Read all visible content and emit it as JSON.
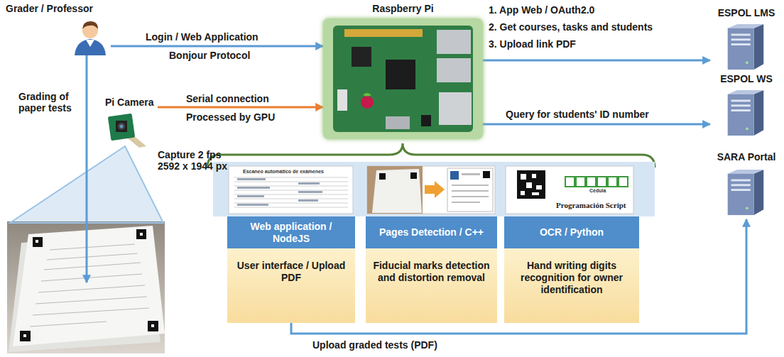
{
  "diagram": {
    "nodes": [
      {
        "text": [
          "Grader / Professor"
        ]
      },
      {
        "text": [
          "Pi Camera"
        ]
      },
      {
        "text": [
          "Raspberry Pi"
        ]
      },
      {
        "text": [
          "ESPOL LMS"
        ]
      },
      {
        "text": [
          "ESPOL WS"
        ]
      },
      {
        "text": [
          "SARA Portal"
        ]
      },
      {
        "text": [
          "Web application / NodeJS"
        ]
      },
      {
        "text": [
          "Pages Detection / C++"
        ]
      },
      {
        "text": [
          "OCR / Python"
        ]
      },
      {
        "text": [
          "User interface / Upload PDF"
        ]
      },
      {
        "text": [
          "Fiducial marks detection and distortion removal"
        ]
      },
      {
        "text": [
          "Hand writing digits recognition for owner identification"
        ]
      }
    ],
    "edges": [
      {
        "from": 0,
        "to": 2,
        "arrow": "to",
        "label": "Login / Web Application"
      },
      {
        "from": 1,
        "to": 2,
        "arrow": "to",
        "label": "Serial connection"
      },
      {
        "from": 2,
        "to": 3,
        "arrow": "to"
      },
      {
        "from": 2,
        "to": 4,
        "arrow": "to",
        "label": "Query for students' ID number"
      },
      {
        "from": 9,
        "to": 5,
        "arrow": "to",
        "label": "Upload graded tests (PDF)"
      }
    ],
    "labels": [
      "Bonjour Protocol",
      "Processed by GPU",
      "1. App Web / OAuth2.0",
      "2. Get courses, tasks and students",
      "3. Upload link PDF",
      "Grading of paper tests",
      "Capture 2 fps 2592 x 1944 px",
      "Escaneo automático de exámenes",
      "Cédula",
      "Programación Script"
    ]
  }
}
